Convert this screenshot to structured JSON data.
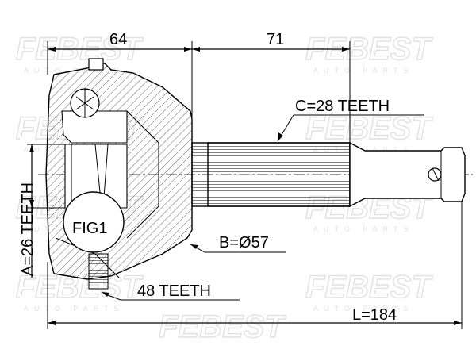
{
  "watermark": {
    "brand": "FEBEST",
    "tagline": "AUTO PARTS"
  },
  "dimensions": {
    "joint_length": "64",
    "shaft_length": "71",
    "total_length": "L=184",
    "diameter": "B=Ø57"
  },
  "callouts": {
    "shaft_spline": "C=28 TEETH",
    "inner_spline": "A=26 TEETH",
    "abs_ring": "48 TEETH",
    "figure_ref": "FIG1"
  }
}
